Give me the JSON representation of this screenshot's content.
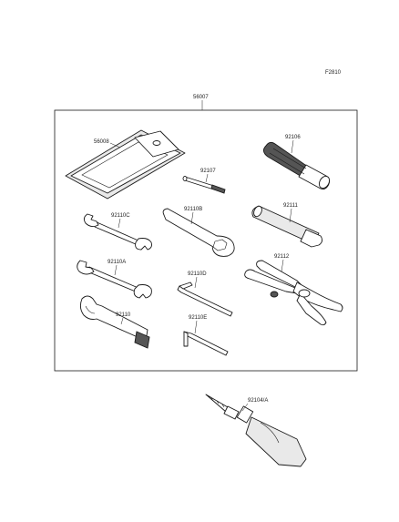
{
  "figure_code": "F2810",
  "assembly": {
    "part_no": "56007"
  },
  "parts": {
    "bag": "56008",
    "screwdriver_handle": "92106",
    "screwdriver_bit": "92107",
    "wrench_c": "92110C",
    "wrench_b": "92110B",
    "extension": "92111",
    "wrench_a": "92110A",
    "hex_key_d": "92110D",
    "pliers": "92112",
    "spanner": "92110",
    "hex_key_e": "92110E",
    "grease_tube": "92104/A"
  }
}
